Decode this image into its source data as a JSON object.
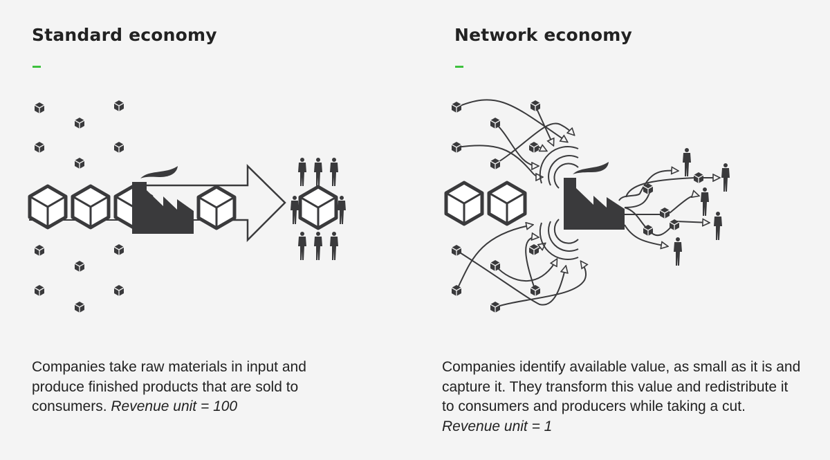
{
  "left": {
    "title": "Standard economy",
    "text": "Companies take raw materials in input and produce finished products that are sold to consumers.",
    "revenue": "Revenue unit = 100"
  },
  "right": {
    "title": "Network economy",
    "text": "Companies identify available value, as small as it is and capture it. They transform this value and redistribute it to consumers and producers while taking a cut.",
    "revenue": "Revenue unit = 1"
  },
  "colors": {
    "accent": "#3ec13e",
    "ink": "#3a3a3c",
    "background": "#f4f4f4"
  }
}
